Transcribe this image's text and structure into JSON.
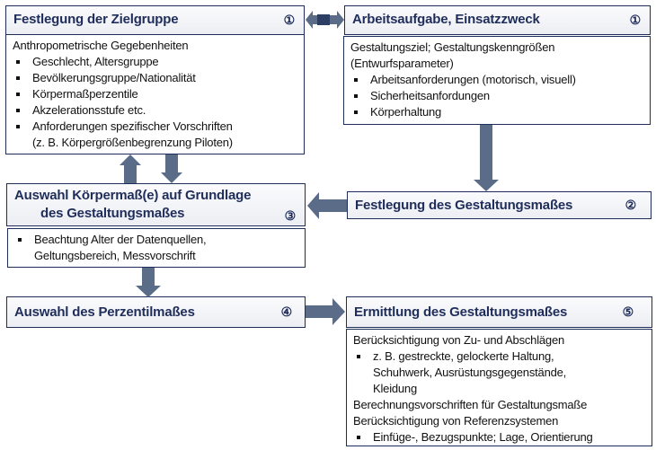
{
  "box1": {
    "title": "Festlegung  der Zielgruppe",
    "num": "①",
    "intro": "Anthropometrische  Gegebenheiten",
    "items": [
      "Geschlecht, Altersgruppe",
      "Bevölkerungsgruppe/Nationalität",
      "Körpermaßperzentile",
      "Akzelerationsstufe  etc.",
      "Anforderungen  spezifischer Vorschriften",
      "(z. B. Körpergrößenbegrenzung  Piloten)"
    ]
  },
  "box2": {
    "title": "Arbeitsaufgabe,  Einsatzzweck",
    "num": "①",
    "intro1": "Gestaltungsziel;  Gestaltungskenngrößen",
    "intro2": "(Entwurfsparameter)",
    "items": [
      "Arbeitsanforderungen  (motorisch, visuell)",
      "Sicherheitsanfordungen",
      "Körperhaltung"
    ]
  },
  "box3": {
    "title1": "Auswahl  Körpermaß(e)  auf Grundlage",
    "title2": "des Gestaltungsmaßes",
    "num": "③",
    "item1": "Beachtung Alter der Datenquellen,",
    "item2": "Geltungsbereich,  Messvorschrift"
  },
  "box_g": {
    "title": "Festlegung  des Gestaltungsmaßes",
    "num": "②"
  },
  "box4": {
    "title": "Auswahl  des Perzentilmaßes",
    "num": "④"
  },
  "box5": {
    "title": "Ermittlung  des Gestaltungsmaßes",
    "num": "⑤",
    "line1": "Berücksichtigung  von Zu- und Abschlägen",
    "item1a": "z. B. gestreckte, gelockerte Haltung,",
    "item1b": "Schuhwerk, Ausrüstungsgegenstände,",
    "item1c": "Kleidung",
    "line2": "Berechnungsvorschriften für Gestaltungsmaße",
    "line3": "Berücksichtigung  von Referenzsystemen",
    "item2": "Einfüge-,  Bezugspunkte;  Lage,  Orientierung"
  },
  "colors": {
    "arrow": "#5b6c88",
    "border": "#1f2d5a"
  }
}
